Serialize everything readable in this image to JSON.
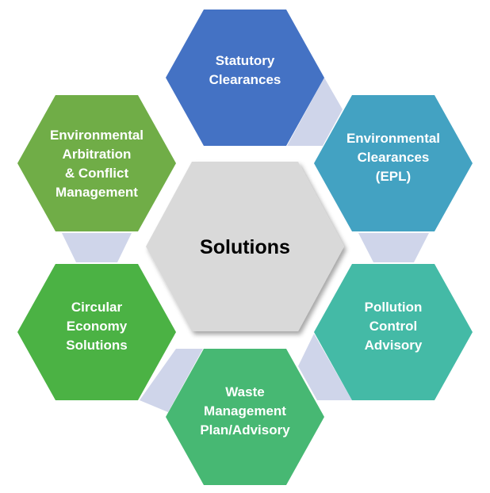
{
  "center": {
    "label": "Solutions",
    "color": "#D9D9D9"
  },
  "hexagons": [
    {
      "id": "statutory",
      "lines": [
        "Statutory",
        "Clearances"
      ],
      "color": "#4472C4"
    },
    {
      "id": "env-clearances",
      "lines": [
        "Environmental",
        "Clearances",
        "(EPL)"
      ],
      "color": "#43A2C2"
    },
    {
      "id": "pollution",
      "lines": [
        "Pollution",
        "Control",
        "Advisory"
      ],
      "color": "#44BAA6"
    },
    {
      "id": "waste",
      "lines": [
        "Waste",
        "Management",
        "Plan/Advisory"
      ],
      "color": "#47B873"
    },
    {
      "id": "circular",
      "lines": [
        "Circular",
        "Economy",
        "Solutions"
      ],
      "color": "#4BB244"
    },
    {
      "id": "arbitration",
      "lines": [
        "Environmental",
        "Arbitration",
        "& Conflict",
        "Management"
      ],
      "color": "#70AD47"
    }
  ],
  "connector_color": "#CFD5EA"
}
